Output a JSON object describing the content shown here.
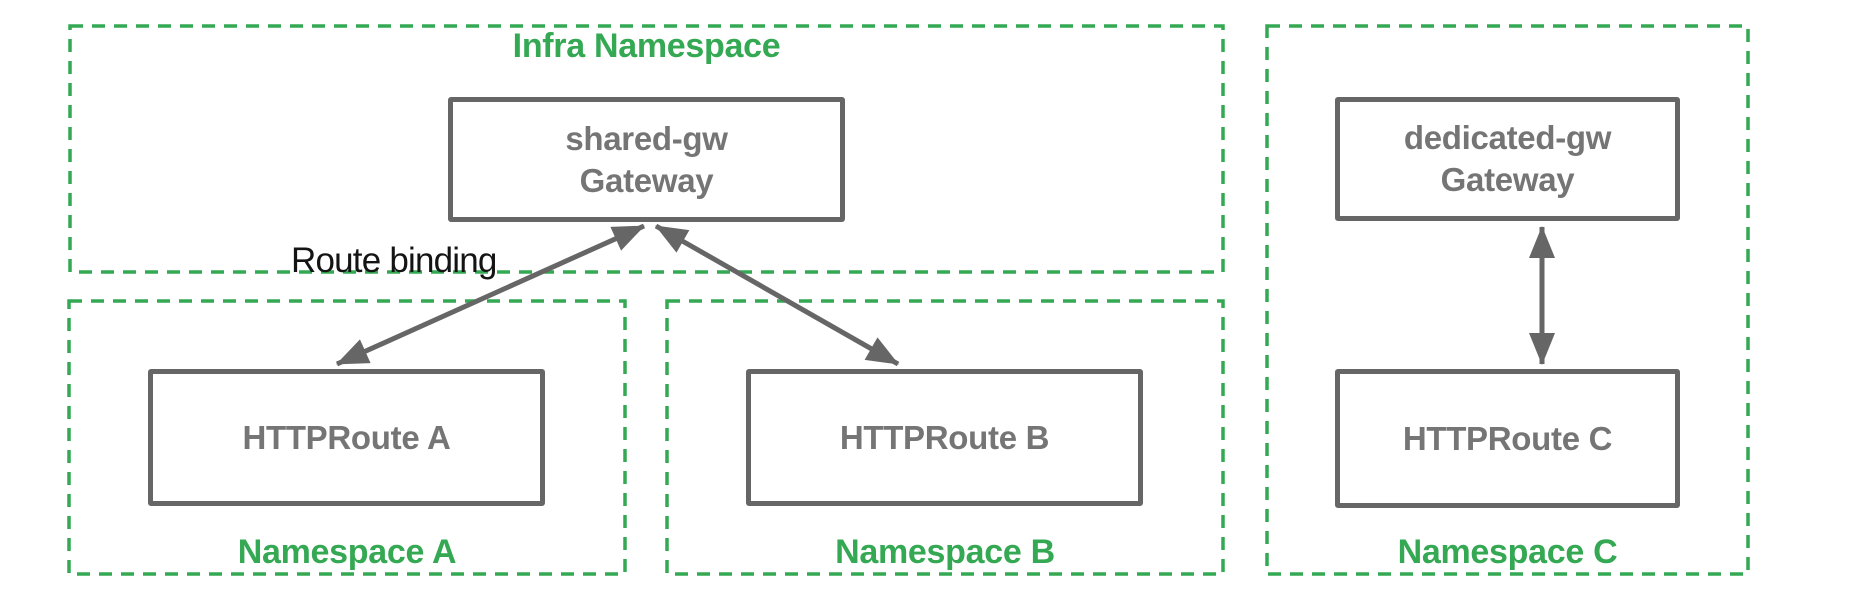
{
  "infra_namespace": {
    "label": "Infra Namespace"
  },
  "shared_gateway": {
    "name": "shared-gw",
    "kind": "Gateway"
  },
  "dedicated_gateway": {
    "name": "dedicated-gw",
    "kind": "Gateway"
  },
  "namespace_a": {
    "label": "Namespace A",
    "route": "HTTPRoute A"
  },
  "namespace_b": {
    "label": "Namespace B",
    "route": "HTTPRoute B"
  },
  "namespace_c": {
    "label": "Namespace C",
    "route": "HTTPRoute C"
  },
  "annotations": {
    "route_binding": "Route binding"
  },
  "colors": {
    "namespace_green": "#34A853",
    "box_gray": "#666666",
    "box_text_gray": "#757575",
    "label_black": "#141414"
  }
}
